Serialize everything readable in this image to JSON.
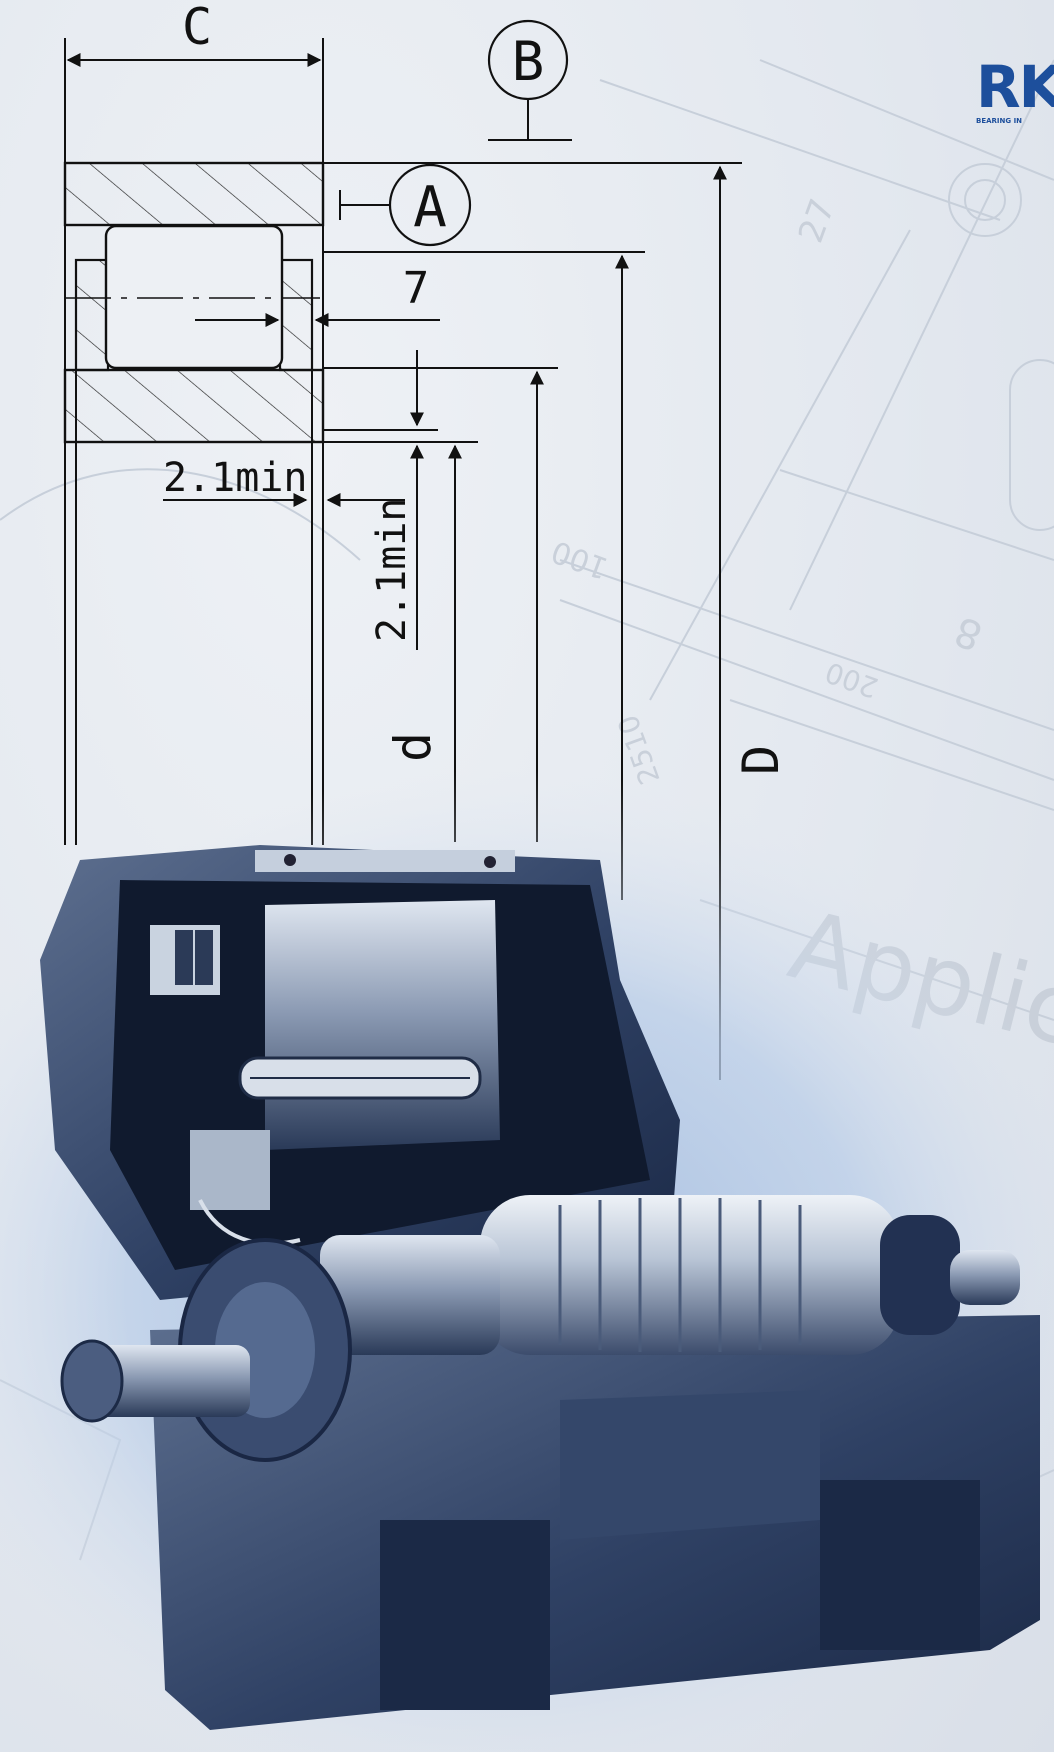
{
  "logo": {
    "mark": "RK",
    "subtitle": "BEARING IN"
  },
  "watermark": {
    "text": "Applicat",
    "dims": [
      "27",
      "100",
      "200",
      "2510",
      "8"
    ]
  },
  "drawing": {
    "labels": {
      "width": "C",
      "datum_b": "B",
      "datum_a": "A",
      "gap": "7",
      "chamfer_axial": "2.1min",
      "chamfer_radial": "2.1min",
      "bore": "d",
      "outer": "D"
    }
  },
  "colors": {
    "line": "#111111",
    "motor_dark": "#1c2c48",
    "motor_mid": "#44587c",
    "motor_light": "#a7b6cc",
    "glow": "#bcd0ea"
  }
}
